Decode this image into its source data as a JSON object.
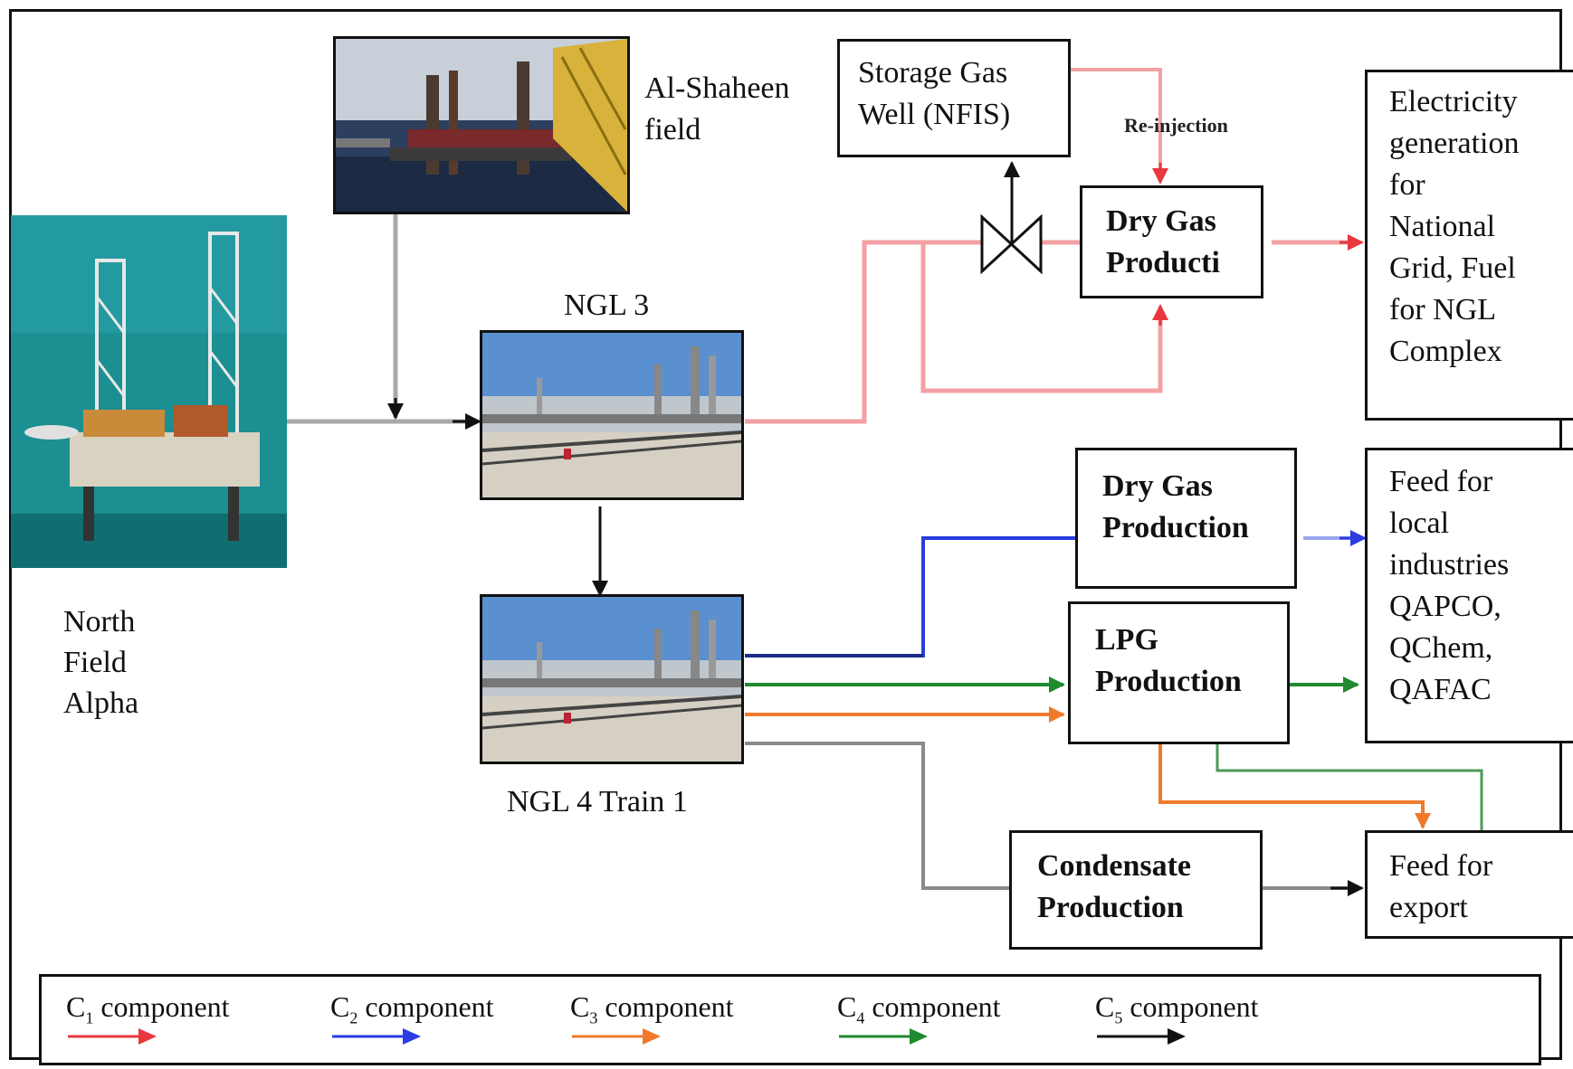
{
  "nodes": {
    "al_shaheen": "Al-Shaheen\nfield",
    "north_field": "North\nField\nAlpha",
    "ngl3": "NGL 3",
    "ngl4": "NGL 4 Train 1",
    "storage": "Storage Gas\nWell (NFIS)",
    "reinjection": "Re-injection",
    "dry_gas_top": "Dry Gas\nProducti",
    "electricity": "Electricity\ngeneration\nfor\nNational\nGrid, Fuel\nfor NGL\nComplex",
    "dry_gas_mid": "Dry Gas\nProduction",
    "feed_local": "Feed for\nlocal\nindustries\nQAPCO,\nQChem,\nQAFAC",
    "lpg": "LPG\nProduction",
    "condensate": "Condensate\nProduction",
    "feed_export": "Feed  for\nexport"
  },
  "legend": [
    {
      "c": "C",
      "sub": "1",
      "text": " component",
      "color": "#e8383d"
    },
    {
      "c": "C",
      "sub": "2",
      "text": " component",
      "color": "#2a3de0"
    },
    {
      "c": "C",
      "sub": "3",
      "text": " component",
      "color": "#f07a2c"
    },
    {
      "c": "C",
      "sub": "4",
      "text": " component",
      "color": "#1f8a2e"
    },
    {
      "c": "C",
      "sub": "5",
      "text": " component",
      "color": "#111111"
    }
  ],
  "colors": {
    "c1_line": "#f3a0a4",
    "c1_arrow": "#e8383d",
    "c2": "#2a3de0",
    "c3": "#f07a2c",
    "c4": "#1f8a2e",
    "feed_gray": "#a8a8a8",
    "c5": "#111111"
  },
  "images": {
    "al_shaheen_photo": "offshore-platform-photo",
    "north_field_photo": "offshore-rig-photo",
    "ngl3_photo": "gas-plant-photo",
    "ngl4_photo": "gas-plant-photo"
  }
}
